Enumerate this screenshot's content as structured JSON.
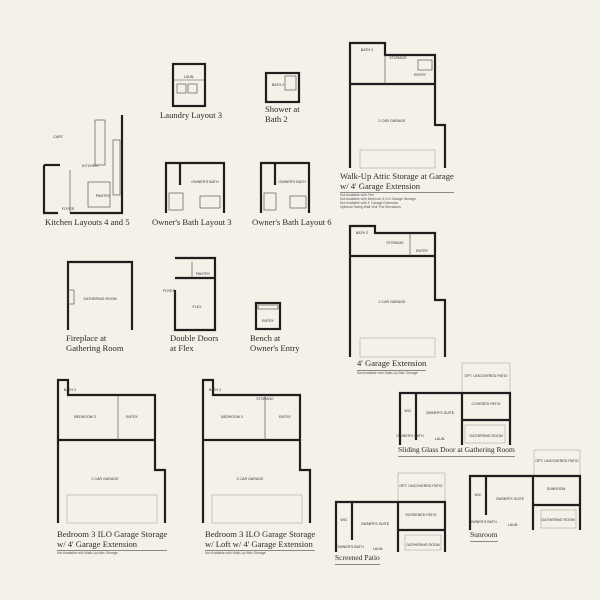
{
  "options": [
    {
      "caption": [
        "Laundry Layout 3"
      ],
      "rooms": [
        "LAUN."
      ],
      "notes": []
    },
    {
      "caption": [
        "Shower at",
        "Bath 2"
      ],
      "rooms": [
        "BATH 2"
      ],
      "notes": []
    },
    {
      "caption": [
        "Kitchen Layouts 4 and 5"
      ],
      "rooms": [
        "CAFE",
        "KITCHEN",
        "PANTRY",
        "FOYER"
      ],
      "notes": []
    },
    {
      "caption": [
        "Owner's Bath Layout 3"
      ],
      "rooms": [
        "OWNER'S BATH"
      ],
      "notes": []
    },
    {
      "caption": [
        "Owner's Bath Layout 6"
      ],
      "rooms": [
        "OWNER'S BATH"
      ],
      "notes": []
    },
    {
      "caption": [
        "Walk-Up Attic Storage at Garage",
        "w/ 4' Garage Extension"
      ],
      "rooms": [
        "BATH 2",
        "STORAGE",
        "ENTRY",
        "2 CAR GARAGE"
      ],
      "notes": [
        "Not Available with Flex",
        "Not Available with Bedroom 3 ILO Garage Storage",
        "Not Available with 4' Garage Extension",
        "Optional Swing Wall Visit The Elevations"
      ]
    },
    {
      "caption": [
        "Fireplace at",
        "Gathering Room"
      ],
      "rooms": [
        "GATHERING ROOM"
      ],
      "notes": []
    },
    {
      "caption": [
        "Double Doors",
        "at Flex"
      ],
      "rooms": [
        "PANTRY",
        "FOYER",
        "FLEX"
      ],
      "notes": []
    },
    {
      "caption": [
        "Bench at",
        "Owner's Entry"
      ],
      "rooms": [
        "ENTRY"
      ],
      "notes": []
    },
    {
      "caption": [
        "4' Garage Extension"
      ],
      "rooms": [
        "BATH 2",
        "STORAGE",
        "ENTRY",
        "2 CAR GARAGE"
      ],
      "notes": [
        "Not Available with Walk-Up Attic Storage"
      ]
    },
    {
      "caption": [
        "Bedroom 3 ILO Garage Storage",
        "w/ 4' Garage Extension"
      ],
      "rooms": [
        "BATH 2",
        "BEDROOM 3",
        "ENTRY",
        "2 CAR GARAGE"
      ],
      "notes": [
        "Not Available with Walk-Up Attic Storage"
      ]
    },
    {
      "caption": [
        "Bedroom 3 ILO Garage Storage",
        "w/ Loft w/ 4' Garage Extension"
      ],
      "rooms": [
        "BATH 2",
        "STORAGE",
        "BEDROOM 3",
        "ENTRY",
        "2 CAR GARAGE"
      ],
      "notes": [
        "Not Available with Walk-Up Attic Storage"
      ]
    },
    {
      "caption": [
        "Sliding Glass Door at Gathering Room"
      ],
      "rooms": [
        "OPT. UNCOVERED PATIO",
        "WIC",
        "OWNER'S SUITE",
        "COVERED PATIO",
        "OWNER'S BATH",
        "LAUN.",
        "GATHERING ROOM"
      ],
      "notes": []
    },
    {
      "caption": [
        "Sunroom"
      ],
      "rooms": [
        "OPT. UNCOVERED PATIO",
        "WIC",
        "OWNER'S SUITE",
        "SUNROOM",
        "OWNER'S BATH",
        "LAUN.",
        "GATHERING ROOM"
      ],
      "notes": []
    },
    {
      "caption": [
        "Screened Patio"
      ],
      "rooms": [
        "OPT. UNCOVERED PATIO",
        "WIC",
        "OWNER'S SUITE",
        "SCREENED PATIO",
        "OWNER'S BATH",
        "LAUN.",
        "GATHERING ROOM"
      ],
      "notes": []
    }
  ]
}
